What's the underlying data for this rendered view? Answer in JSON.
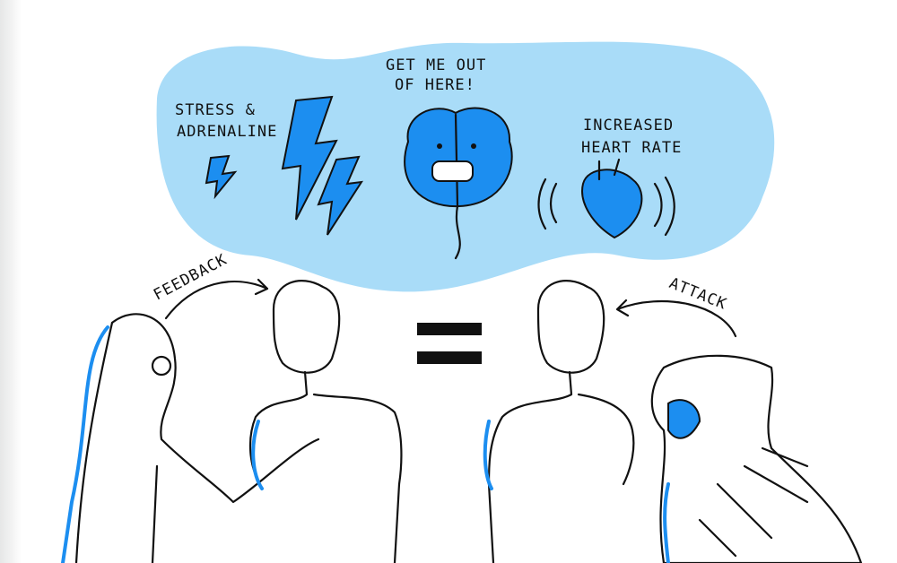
{
  "illustration": {
    "thought_cloud": {
      "stress_label": [
        "STRESS &",
        "ADRENALINE"
      ],
      "brain_label": [
        "GET ME OUT",
        "OF HERE!"
      ],
      "heart_label": [
        "INCREASED",
        "HEART RATE"
      ]
    },
    "feedback_label": "FEEDBACK",
    "attack_label": "ATTACK",
    "colors": {
      "cloud": "#a9dcf8",
      "accent": "#1c8ef0",
      "ink": "#111111"
    }
  }
}
